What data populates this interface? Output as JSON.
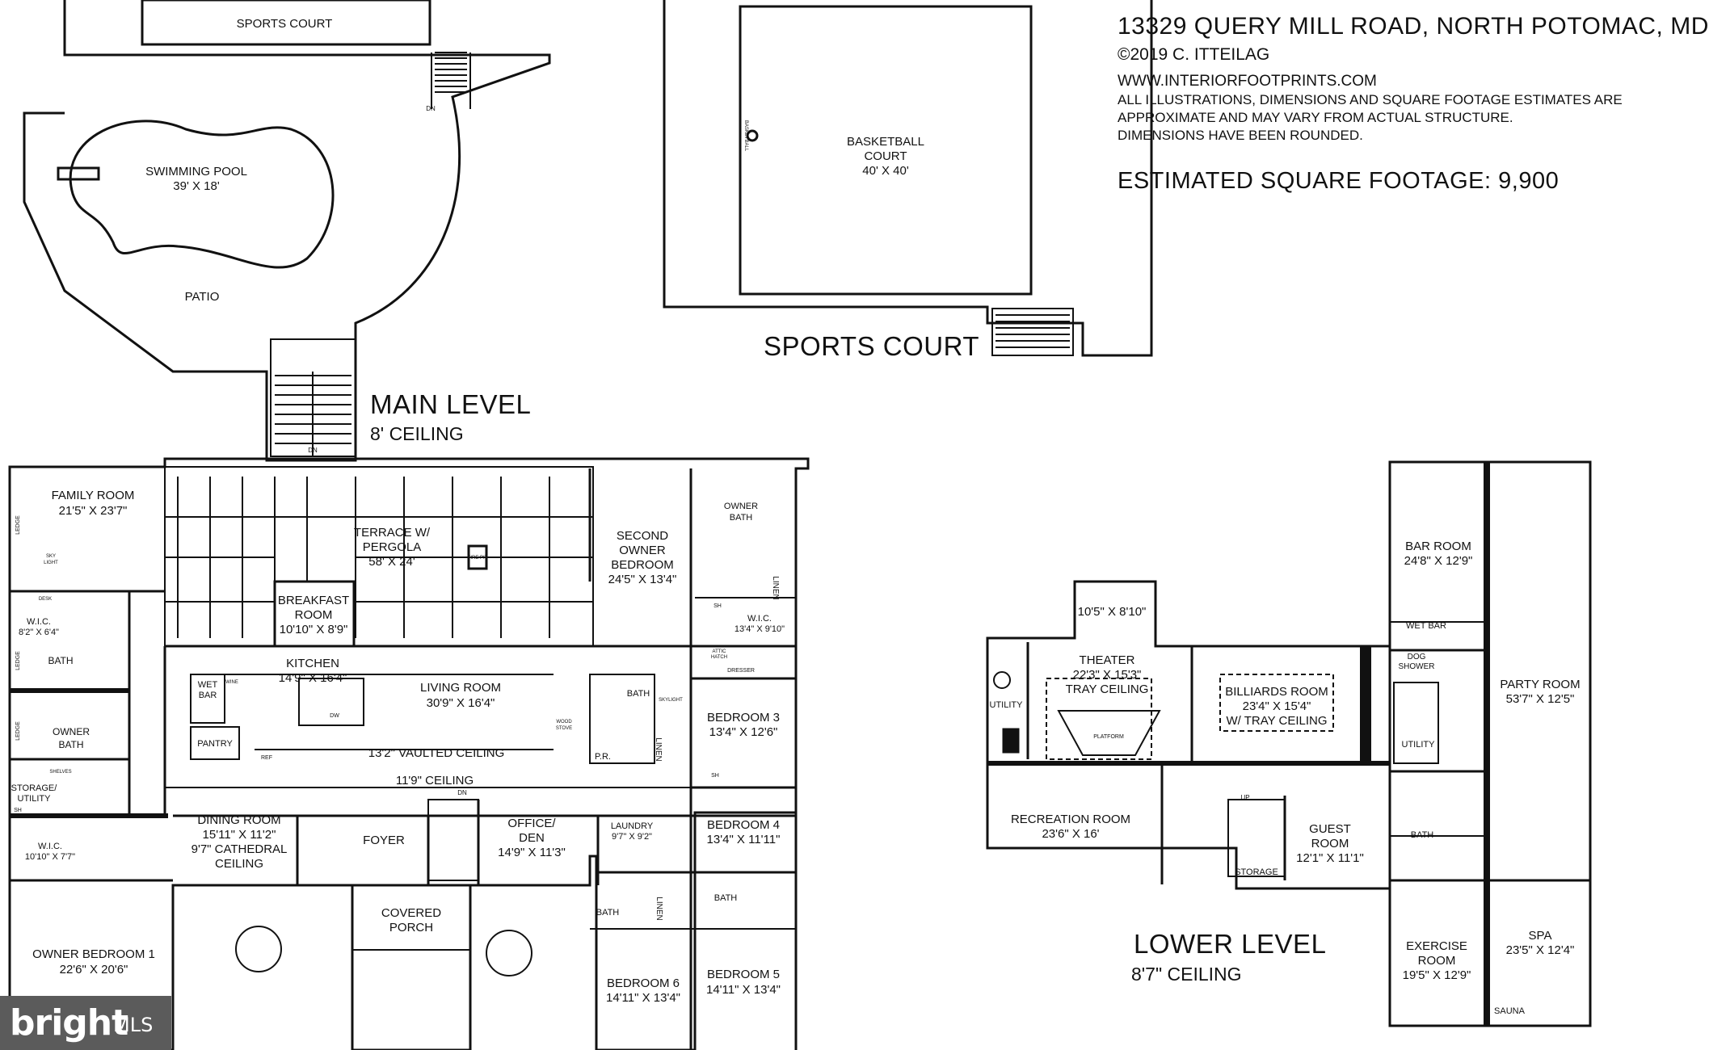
{
  "header": {
    "address": "13329 QUERY MILL ROAD, NORTH POTOMAC, MD",
    "copyright": "©2019 C. ITTEILAG",
    "website": "WWW.INTERIORFOOTPRINTS.COM",
    "disclaimer": [
      "ALL ILLUSTRATIONS, DIMENSIONS AND SQUARE FOOTAGE ESTIMATES ARE",
      "APPROXIMATE  AND MAY VARY FROM ACTUAL STRUCTURE.",
      "DIMENSIONS HAVE BEEN ROUNDED."
    ],
    "square_footage": "ESTIMATED SQUARE FOOTAGE: 9,900"
  },
  "sections": {
    "sports_court_title": "SPORTS COURT",
    "main_level_title": "MAIN LEVEL",
    "main_level_ceiling": "8' CEILING",
    "lower_level_title": "LOWER LEVEL",
    "lower_level_ceiling": "8'7\" CEILING"
  },
  "watermark": {
    "brand": "bright",
    "suffix": "MLS"
  },
  "rooms": {
    "sports_court_top": [
      "SPORTS COURT"
    ],
    "pool": [
      "SWIMMING POOL",
      "39' X 18'"
    ],
    "patio": [
      "PATIO"
    ],
    "basketball": [
      "BASKETBALL",
      "COURT",
      "40' X 40'"
    ],
    "family_room": [
      "FAMILY ROOM",
      "21'5\" X 23'7\""
    ],
    "terrace": [
      "TERRACE W/",
      "PERGOLA",
      "58' X 24'"
    ],
    "breakfast": [
      "BREAKFAST",
      "ROOM",
      "10'10\" X 8'9\""
    ],
    "second_owner": [
      "SECOND",
      "OWNER",
      "BEDROOM",
      "24'5\" X 13'4\""
    ],
    "owner_bath_top": [
      "OWNER",
      "BATH"
    ],
    "wic_top": [
      "W.I.C.",
      "13'4\" X 9'10\""
    ],
    "wic_left": [
      "W.I.C.",
      "8'2\" X 6'4\""
    ],
    "bath_left": [
      "BATH"
    ],
    "owner_bath_left": [
      "OWNER",
      "BATH"
    ],
    "kitchen": [
      "KITCHEN",
      "14'9\" X 16'4\""
    ],
    "wet_bar": [
      "WET",
      "BAR"
    ],
    "pantry": [
      "PANTRY"
    ],
    "living_room": [
      "LIVING ROOM",
      "30'9\" X 16'4\""
    ],
    "vaulted": [
      "13'2\" VAULTED CEILING"
    ],
    "ceiling_119": [
      "11'9\" CEILING"
    ],
    "bath_center": [
      "BATH"
    ],
    "pr": [
      "P.R."
    ],
    "bedroom3": [
      "BEDROOM 3",
      "13'4\" X 12'6\""
    ],
    "bedroom4": [
      "BEDROOM 4",
      "13'4\" X 11'11\""
    ],
    "bedroom5": [
      "BEDROOM 5",
      "14'11\" X 13'4\""
    ],
    "bedroom6": [
      "BEDROOM 6",
      "14'11\" X 13'4\""
    ],
    "storage_utility": [
      "STORAGE/",
      "UTILITY"
    ],
    "wic_owner1": [
      "W.I.C.",
      "10'10\" X 7'7\""
    ],
    "dining": [
      "DINING ROOM",
      "15'11\" X 11'2\"",
      "9'7\" CATHEDRAL",
      "CEILING"
    ],
    "foyer": [
      "FOYER"
    ],
    "office": [
      "OFFICE/",
      "DEN",
      "14'9\" X 11'3\""
    ],
    "laundry": [
      "LAUNDRY",
      "9'7\" X 9'2\""
    ],
    "bath_b6": [
      "BATH"
    ],
    "bath_b5": [
      "BATH"
    ],
    "covered_porch": [
      "COVERED",
      "PORCH"
    ],
    "owner_bedroom1": [
      "OWNER BEDROOM 1",
      "22'6\" X 20'6\""
    ],
    "theater_alcove": [
      "10'5\" X 8'10\""
    ],
    "theater": [
      "THEATER",
      "22'3\" X 15'3\"",
      "TRAY CEILING"
    ],
    "billiards": [
      "BILLIARDS ROOM",
      "23'4\" X 15'4\"",
      "W/ TRAY CEILING"
    ],
    "bar_room": [
      "BAR ROOM",
      "24'8\" X 12'9\""
    ],
    "party_room": [
      "PARTY ROOM",
      "53'7\" X 12'5\""
    ],
    "utility_left": [
      "UTILITY"
    ],
    "utility_right": [
      "UTILITY"
    ],
    "recreation": [
      "RECREATION ROOM",
      "23'6\" X 16'"
    ],
    "guest": [
      "GUEST",
      "ROOM",
      "12'1\" X 11'1\""
    ],
    "storage_lower": [
      "STORAGE"
    ],
    "bath_lower": [
      "BATH"
    ],
    "exercise": [
      "EXERCISE",
      "ROOM",
      "19'5\" X 12'9\""
    ],
    "spa": [
      "SPA",
      "23'5\" X 12'4\""
    ],
    "sauna": [
      "SAUNA"
    ],
    "wet_bar_lower": [
      "WET BAR"
    ],
    "dog_shower": [
      "DOG",
      "SHOWER"
    ]
  },
  "fixtures": {
    "dn": "DN",
    "up": "UP",
    "sh": "SH",
    "linen": "LINEN",
    "ledge": "LEDGE",
    "shelves": "SHELVES",
    "sky_light": [
      "SKY",
      "LIGHT"
    ],
    "skylight": "SKYLIGHT",
    "wood_stove": [
      "WOOD",
      "STOVE"
    ],
    "fire_pit": "FIRE PIT",
    "ref": "REF",
    "dw": "DW",
    "wine": "WINE",
    "attic_hatch": [
      "ATTIC",
      "HATCH"
    ],
    "dresser": "DRESSER",
    "platform": "PLATFORM",
    "basketball_hoop": [
      "BASKETBALL",
      "HOOP"
    ],
    "desk": "DESK"
  }
}
